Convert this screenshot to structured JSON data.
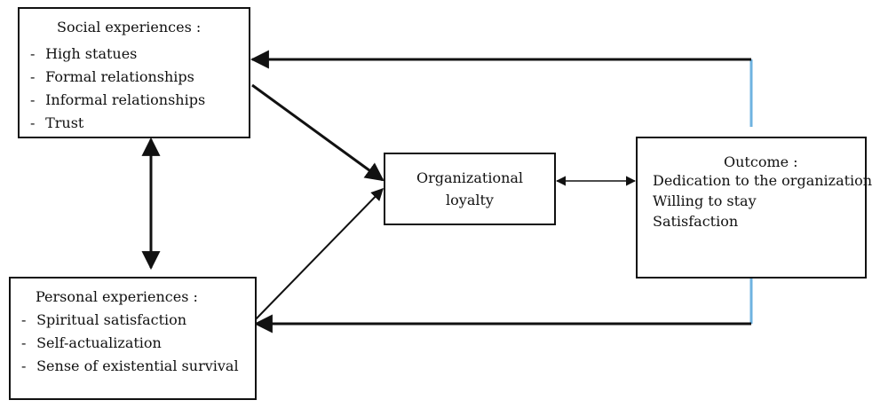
{
  "social": {
    "title": "Social experiences :",
    "items": [
      "High statues",
      "Formal relationships",
      "Informal relationships",
      "Trust"
    ]
  },
  "personal": {
    "title": "Personal experiences :",
    "items": [
      "Spiritual satisfaction",
      "Self-actualization",
      "Sense of existential survival"
    ]
  },
  "loyalty": {
    "line1": "Organizational",
    "line2": "loyalty"
  },
  "outcome": {
    "title": "Outcome :",
    "items": [
      "Dedication to the organization",
      "Willing to stay",
      "Satisfaction"
    ]
  },
  "colors": {
    "line": "#111111",
    "feedback_connector": "#6fb3e0"
  }
}
